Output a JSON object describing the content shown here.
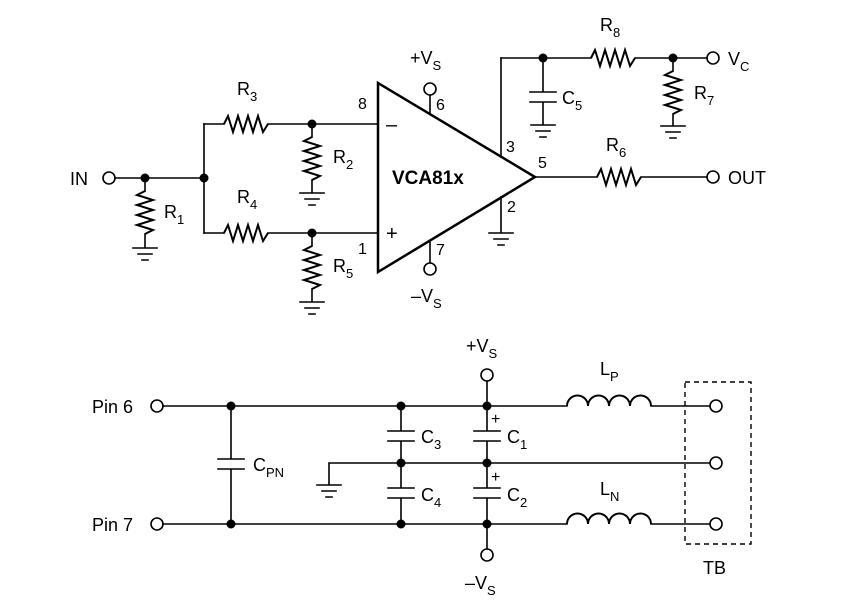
{
  "amp": {
    "name": "VCA81x",
    "inverting_sign": "–",
    "noninverting_sign": "+",
    "pins": {
      "p8": "8",
      "p6": "6",
      "p3": "3",
      "p5": "5",
      "p2": "2",
      "p1": "1",
      "p7": "7"
    }
  },
  "supply": {
    "plus_main": "+V",
    "plus_sub": "S",
    "minus_main": "–V",
    "minus_sub": "S"
  },
  "nodes": {
    "in": "IN",
    "out": "OUT",
    "vc_main": "V",
    "vc_sub": "C"
  },
  "resistors": {
    "r1": {
      "main": "R",
      "sub": "1"
    },
    "r2": {
      "main": "R",
      "sub": "2"
    },
    "r3": {
      "main": "R",
      "sub": "3"
    },
    "r4": {
      "main": "R",
      "sub": "4"
    },
    "r5": {
      "main": "R",
      "sub": "5"
    },
    "r6": {
      "main": "R",
      "sub": "6"
    },
    "r7": {
      "main": "R",
      "sub": "7"
    },
    "r8": {
      "main": "R",
      "sub": "8"
    }
  },
  "capacitors": {
    "c1": {
      "main": "C",
      "sub": "1"
    },
    "c2": {
      "main": "C",
      "sub": "2"
    },
    "c3": {
      "main": "C",
      "sub": "3"
    },
    "c4": {
      "main": "C",
      "sub": "4"
    },
    "c5": {
      "main": "C",
      "sub": "5"
    },
    "cpn": {
      "main": "C",
      "sub": "PN"
    }
  },
  "polarity": {
    "c1": "+",
    "c2": "+"
  },
  "inductors": {
    "lp": {
      "main": "L",
      "sub": "P"
    },
    "ln": {
      "main": "L",
      "sub": "N"
    }
  },
  "bypass": {
    "pin6": "Pin 6",
    "pin7": "Pin 7",
    "tb": "TB"
  }
}
